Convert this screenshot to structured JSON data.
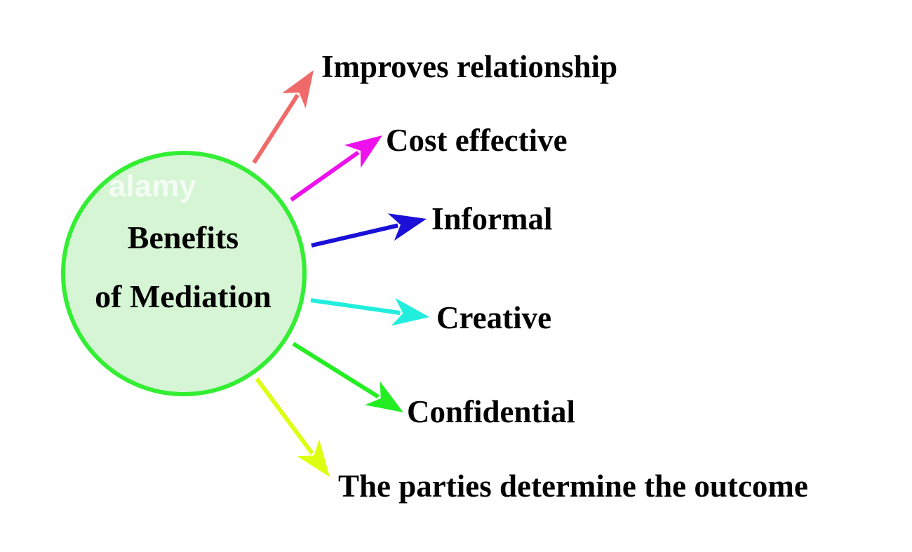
{
  "center": {
    "line1": "Benefits",
    "line2": "of Mediation",
    "fill": "#d5f5d5",
    "stroke": "#33ee33"
  },
  "watermark": "alamy",
  "benefits": [
    {
      "label": "Improves relationship",
      "color": "#f06a6a"
    },
    {
      "label": "Cost effective",
      "color": "#ee11ee"
    },
    {
      "label": "Informal",
      "color": "#1a10d8"
    },
    {
      "label": "Creative",
      "color": "#22eedd"
    },
    {
      "label": "Confidential",
      "color": "#22ee22"
    },
    {
      "label": "The parties determine the outcome",
      "color": "#ddff11"
    }
  ]
}
